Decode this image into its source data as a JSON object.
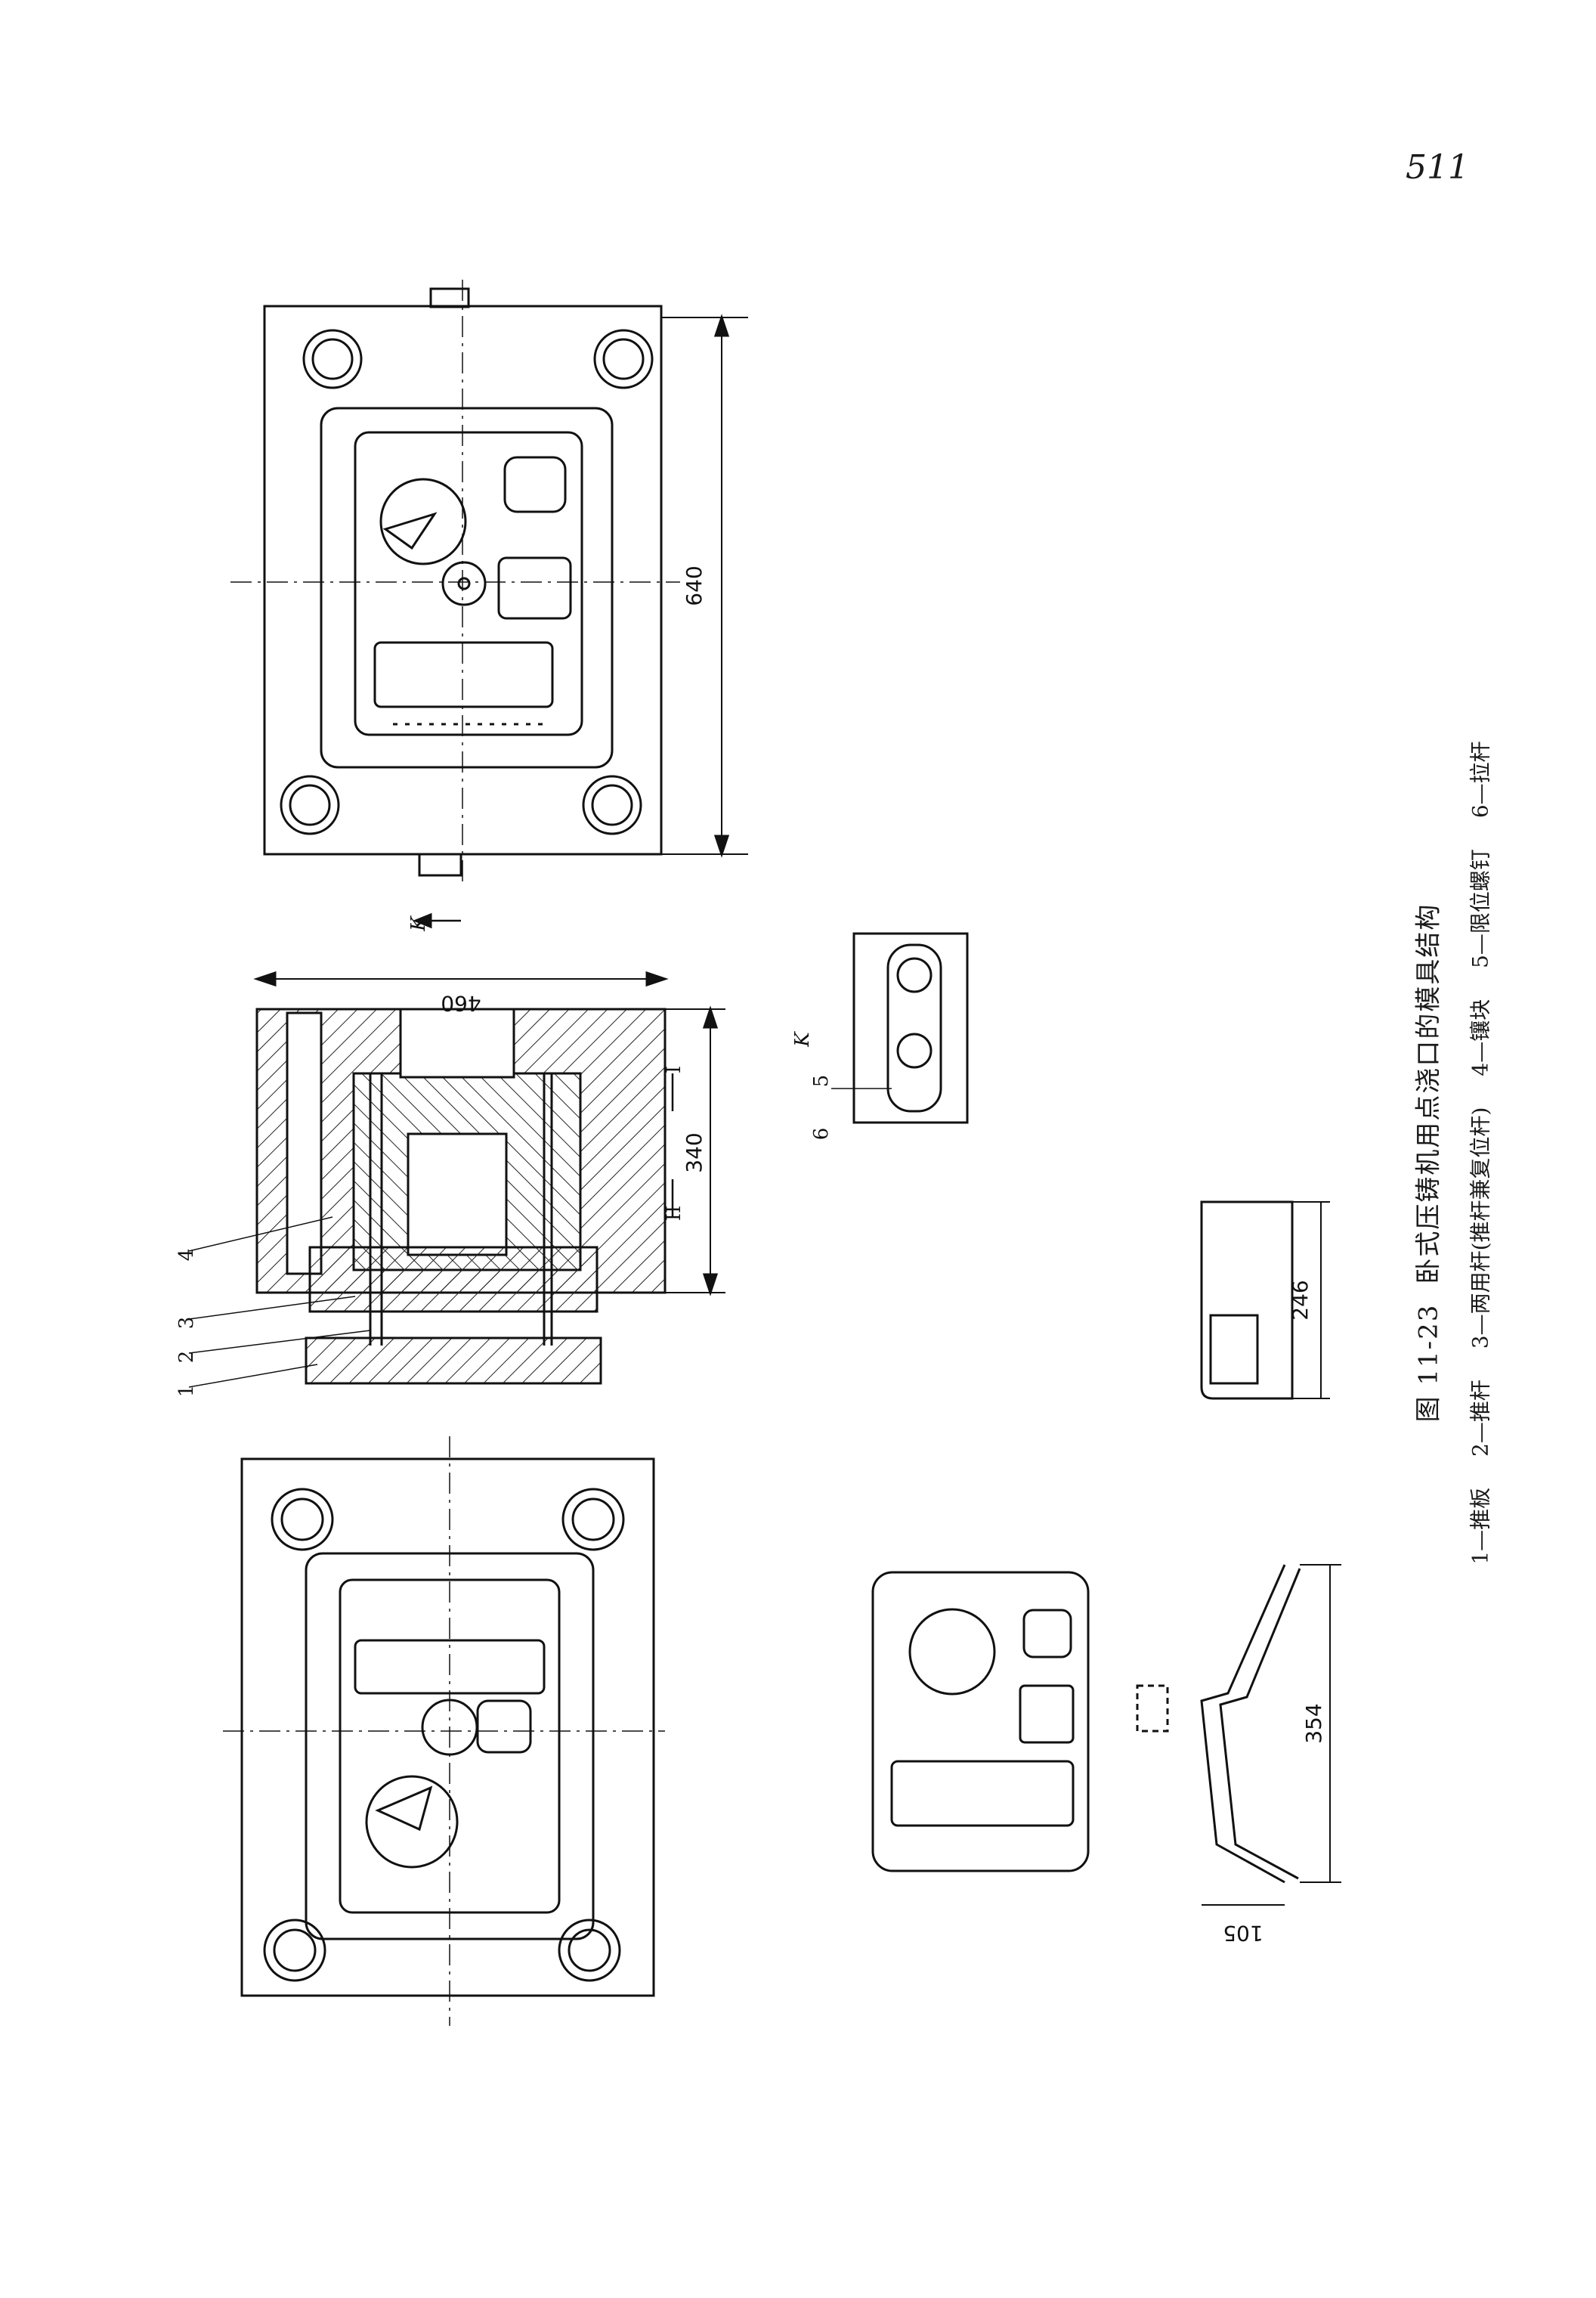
{
  "page_number": "511",
  "figure": {
    "number": "图 11-23",
    "title": "卧式压铸机用点浇口的模具结构",
    "legend": [
      "1—推板",
      "2—推杆",
      "3—两用杆(推杆兼复位杆)",
      "4—镶块",
      "5—限位螺钉",
      "6—拉杆"
    ]
  },
  "dimensions": {
    "fixed_half_height": "640",
    "section_width": "460",
    "section_height": "340",
    "casting_dim_a": "246",
    "casting_dim_b": "354",
    "casting_dim_c": "105"
  },
  "labels": {
    "view_k": "K",
    "view_k_arrow": "K",
    "section_i": "I",
    "section_ii": "II",
    "part_1": "1",
    "part_2": "2",
    "part_3": "3",
    "part_4": "4",
    "part_5": "5",
    "part_6": "6"
  }
}
